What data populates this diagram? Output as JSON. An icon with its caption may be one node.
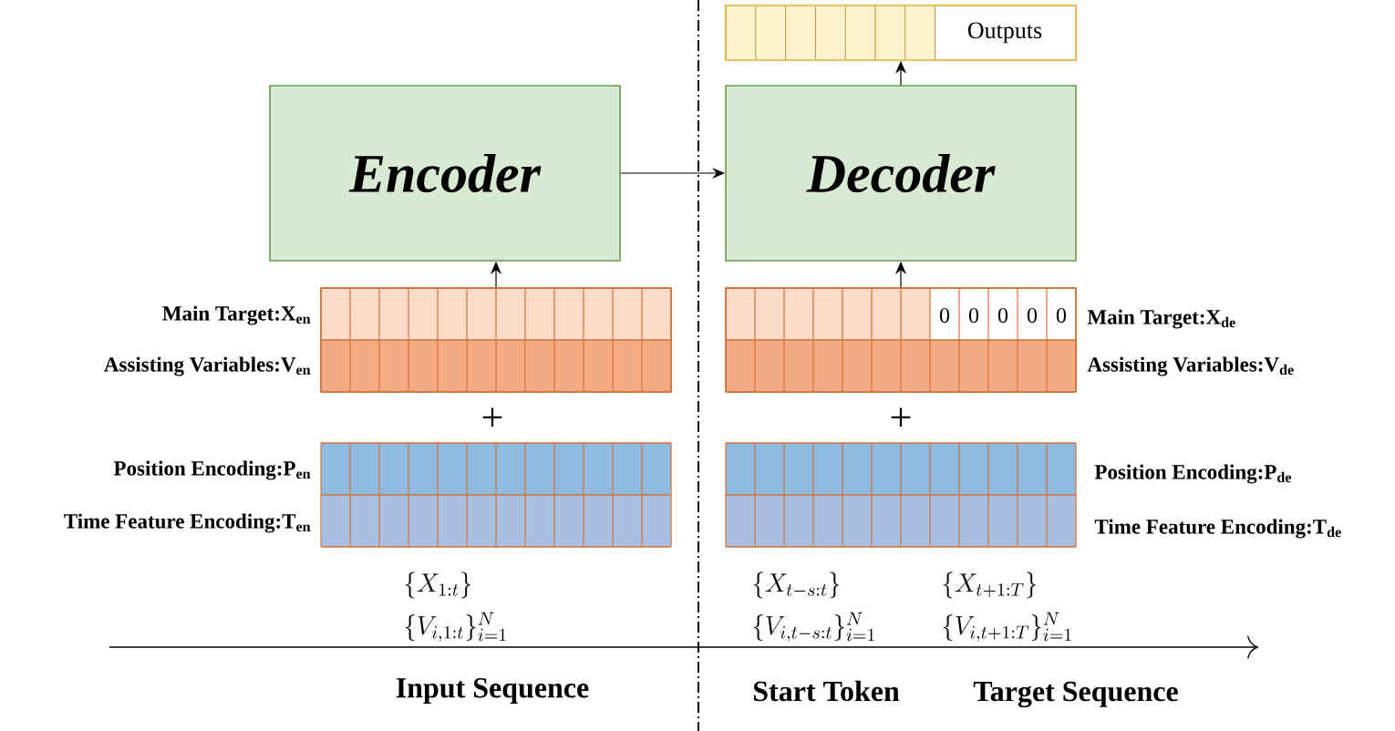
{
  "diagram": {
    "nodes": [
      {
        "text": [
          "Outputs"
        ]
      },
      {
        "text": [
          "Encoder"
        ]
      },
      {
        "text": [
          "Decoder"
        ]
      },
      {
        "text": [],
        "shape": "box"
      },
      {
        "text": [],
        "shape": "box"
      }
    ],
    "edges": [
      {
        "from": 3,
        "to": 1,
        "arrow": "to"
      },
      {
        "from": 4,
        "to": 2,
        "arrow": "to"
      },
      {
        "from": 1,
        "to": 2,
        "arrow": "to"
      },
      {
        "from": 2,
        "to": 0,
        "arrow": "to"
      }
    ],
    "labels": [
      "Main Target:X$_{en}$",
      "0",
      "0",
      "0",
      "0",
      "0",
      "Main Target:X$_{de}$",
      "Assisting Variables:V$_{en}$",
      "Assisting Variables:V$_{de}$",
      "+",
      "+",
      "Position Encoding:P$_{en}$",
      "Position Encoding:P$_{de}$",
      "Time Feature Encoding:T$_{en}$",
      "Time Feature Encoding:T$_{de}$",
      "\\{X_{1:t}\\}",
      "\\{X_{t-s:t}\\}",
      "\\{X_{t+1:T}\\}",
      "\\{V_{i,1:t}\\}_{i=1}^{N}",
      "\\{V_{i,t-s:t}\\}_{i=1}^{N}",
      "\\{V_{i,t+1:T}\\}_{i=1}^{N}",
      "Input Sequence",
      "Start Token",
      "Target Sequence"
    ]
  }
}
